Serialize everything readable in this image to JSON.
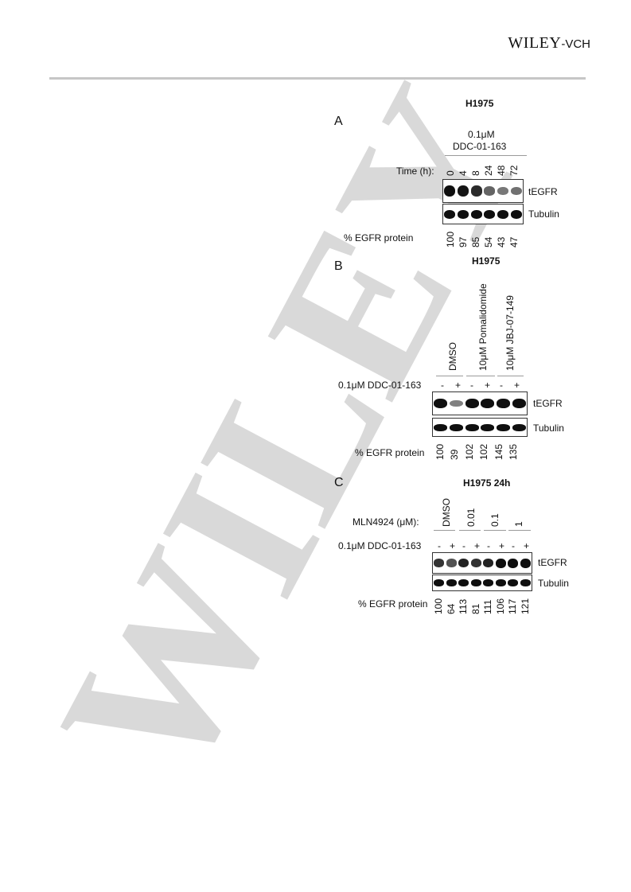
{
  "header": {
    "publisher_main": "WILEY",
    "publisher_suffix": "-VCH",
    "watermark": "WILEY"
  },
  "panels": {
    "A": {
      "letter": "A",
      "title": "H1975",
      "treatment_line1": "0.1μM",
      "treatment_line2": "DDC-01-163",
      "time_label": "Time (h):",
      "times": [
        "0",
        "4",
        "8",
        "24",
        "48",
        "72"
      ],
      "blot_labels": [
        "tEGFR",
        "Tubulin"
      ],
      "quant_label": "% EGFR protein",
      "quant_values": [
        "100",
        "97",
        "85",
        "54",
        "43",
        "47"
      ],
      "egfr_band_intensity": [
        1.0,
        0.97,
        0.85,
        0.54,
        0.43,
        0.47
      ],
      "tubulin_band_intensity": [
        1.0,
        1.0,
        1.0,
        1.0,
        1.0,
        1.0
      ]
    },
    "B": {
      "letter": "B",
      "title": "H1975",
      "groups": [
        "DMSO",
        "10μM Pomalidomide",
        "10μM JBJ-07-149"
      ],
      "treatment_label": "0.1μM DDC-01-163",
      "signs": [
        "-",
        "+",
        "-",
        "+",
        "-",
        "+"
      ],
      "blot_labels": [
        "tEGFR",
        "Tubulin"
      ],
      "quant_label": "% EGFR protein",
      "quant_values": [
        "100",
        "39",
        "102",
        "102",
        "145",
        "135"
      ],
      "egfr_band_intensity": [
        1.0,
        0.39,
        1.0,
        1.0,
        1.0,
        1.0
      ],
      "tubulin_band_intensity": [
        1.0,
        1.0,
        1.0,
        1.0,
        1.0,
        1.0
      ]
    },
    "C": {
      "letter": "C",
      "title": "H1975 24h",
      "mln_label": "MLN4924 (μM):",
      "groups": [
        "DMSO",
        "0.01",
        "0.1",
        "1"
      ],
      "treatment_label": "0.1μM DDC-01-163",
      "signs": [
        "-",
        "+",
        "-",
        "+",
        "-",
        "+",
        "-",
        "+"
      ],
      "blot_labels": [
        "tEGFR",
        "Tubulin"
      ],
      "quant_label": "% EGFR protein",
      "quant_values": [
        "100",
        "64",
        "113",
        "81",
        "111",
        "106",
        "117",
        "121"
      ],
      "egfr_band_intensity": [
        0.8,
        0.64,
        0.9,
        0.81,
        0.89,
        1.0,
        1.0,
        1.0
      ],
      "tubulin_band_intensity": [
        1.0,
        1.0,
        1.0,
        1.0,
        1.0,
        1.0,
        1.0,
        1.0
      ]
    }
  }
}
